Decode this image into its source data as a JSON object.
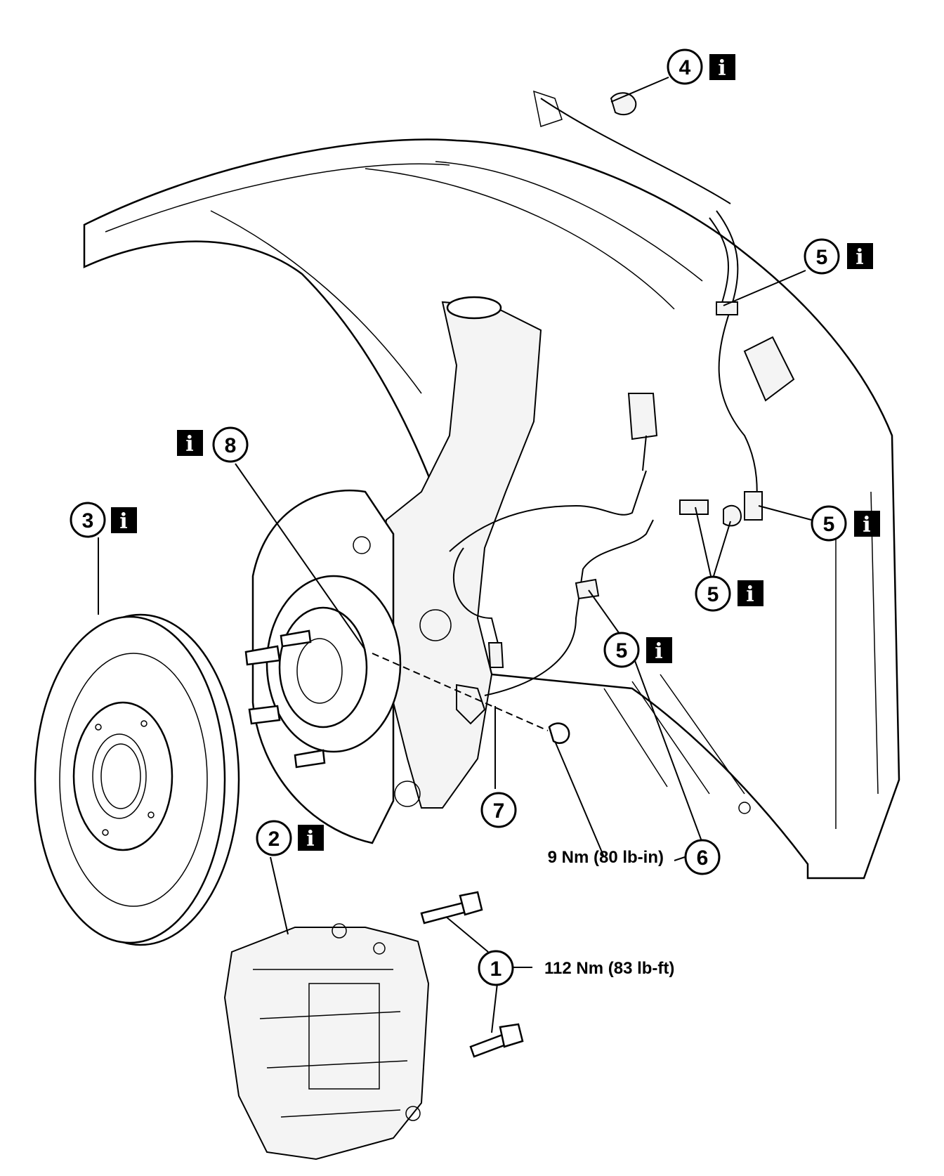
{
  "callouts": [
    {
      "id": "1",
      "number": "1",
      "info": false
    },
    {
      "id": "2",
      "number": "2",
      "info": true
    },
    {
      "id": "3",
      "number": "3",
      "info": true
    },
    {
      "id": "4",
      "number": "4",
      "info": true
    },
    {
      "id": "5a",
      "number": "5",
      "info": true
    },
    {
      "id": "5b",
      "number": "5",
      "info": true
    },
    {
      "id": "5c",
      "number": "5",
      "info": true
    },
    {
      "id": "5d",
      "number": "5",
      "info": true
    },
    {
      "id": "6",
      "number": "6",
      "info": false
    },
    {
      "id": "7",
      "number": "7",
      "info": false
    },
    {
      "id": "8",
      "number": "8",
      "info": true
    }
  ],
  "info_glyph": "i",
  "torque": {
    "caliper_bolts": "112 Nm (83 lb-ft)",
    "hose_bolt": "9 Nm (80 lb-in)"
  }
}
